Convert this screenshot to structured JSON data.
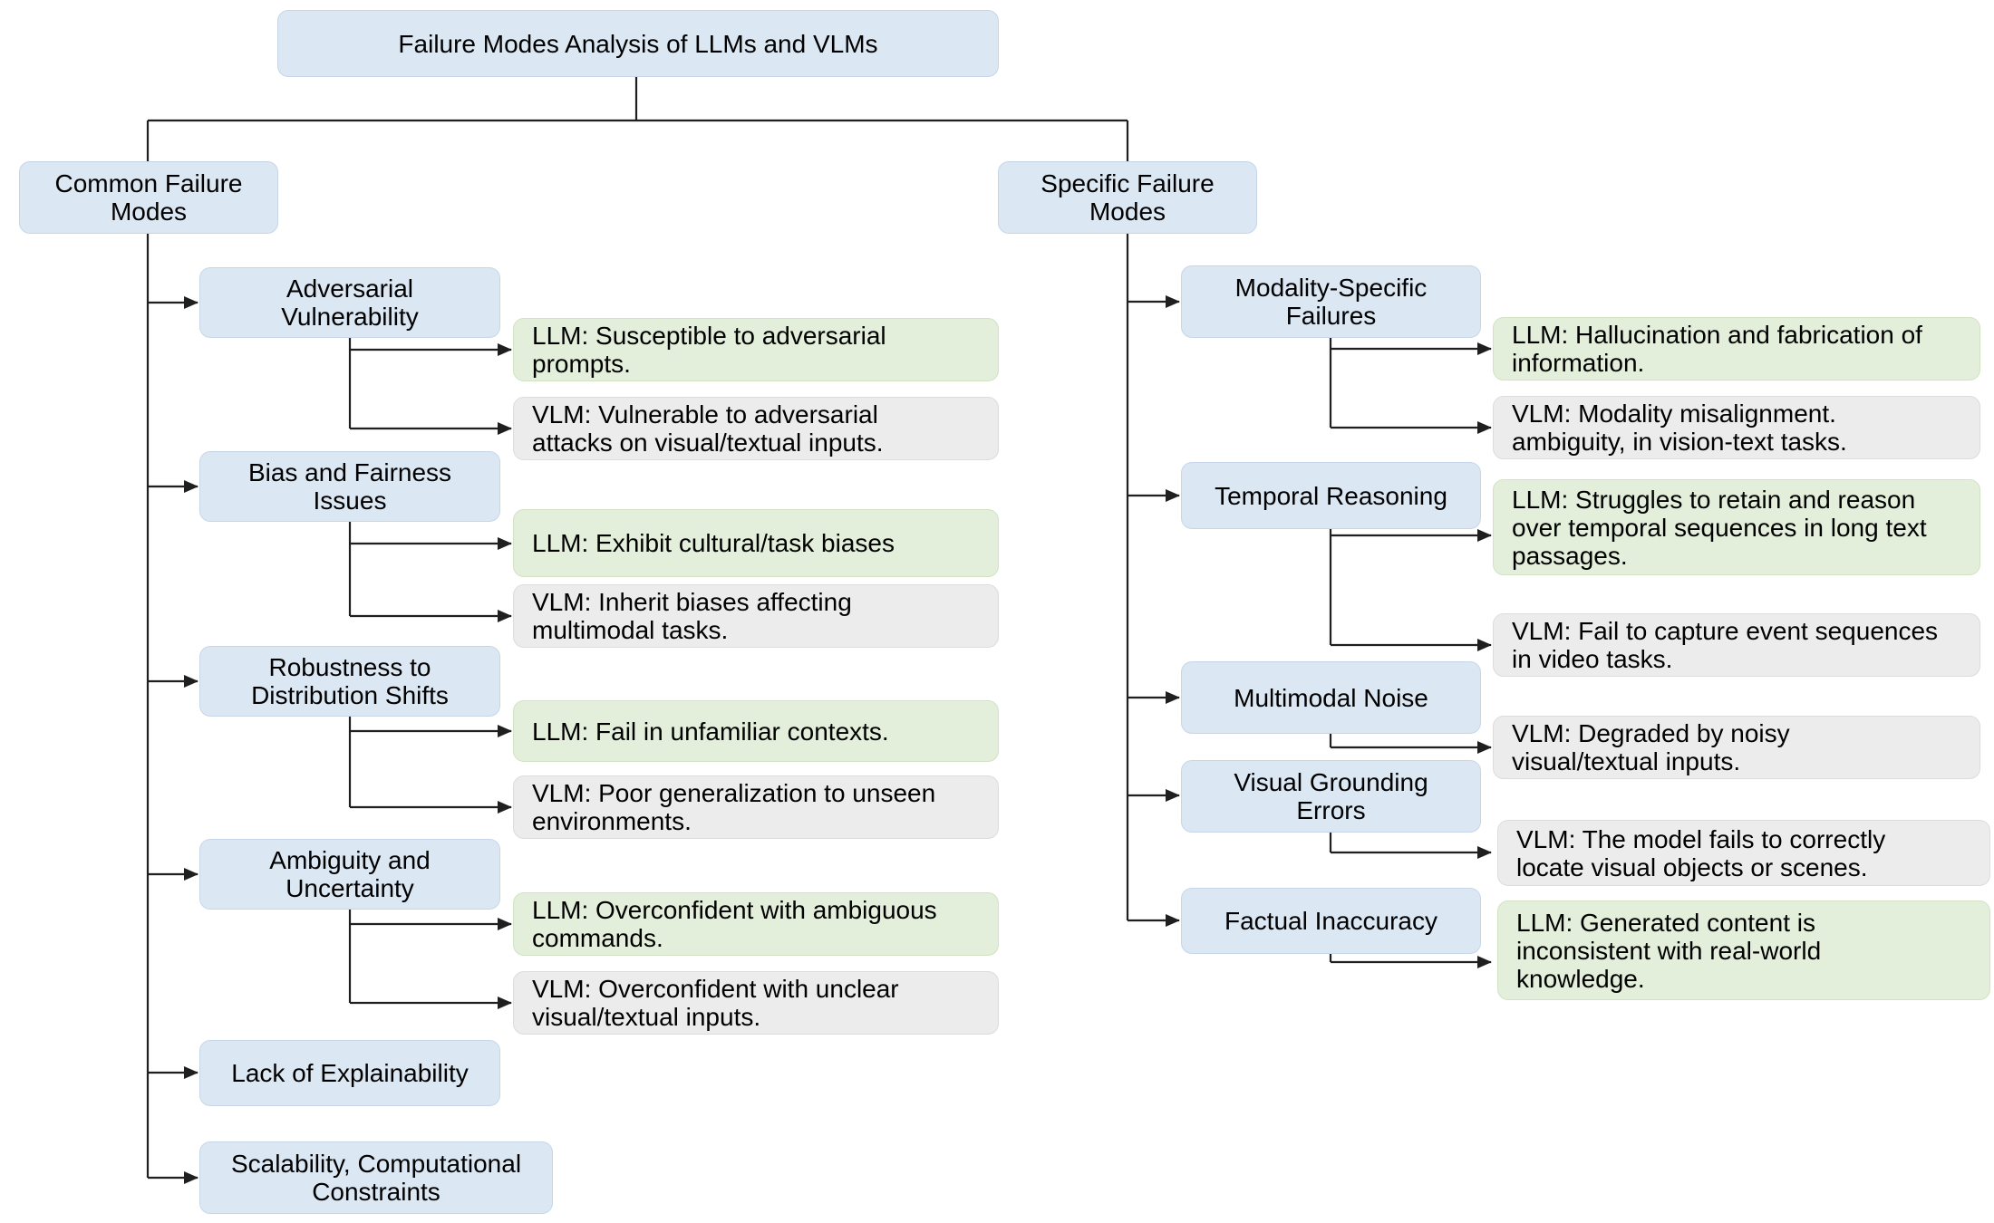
{
  "title": "Failure Modes Analysis of LLMs and VLMs",
  "colors": {
    "node_fill": "#dbe7f3",
    "llm_leaf_fill": "#e3efda",
    "vlm_leaf_fill": "#ececec",
    "connector": "#1f1f1f"
  },
  "nodes": {
    "common_root": "Common Failure\nModes",
    "specific_root": "Specific Failure\nModes",
    "adversarial": "Adversarial\nVulnerability",
    "bias": "Bias and Fairness\nIssues",
    "robustness": "Robustness to\nDistribution Shifts",
    "ambiguity": "Ambiguity and\nUncertainty",
    "explainability": "Lack of Explainability",
    "scalability": "Scalability, Computational\nConstraints",
    "modality": "Modality-Specific\nFailures",
    "temporal": "Temporal Reasoning",
    "noise": "Multimodal Noise",
    "grounding": "Visual Grounding\nErrors",
    "factual": "Factual Inaccuracy"
  },
  "leaves": {
    "adversarial_llm": "LLM: Susceptible to adversarial\nprompts.",
    "adversarial_vlm": "VLM: Vulnerable to adversarial\nattacks on visual/textual inputs.",
    "bias_llm": "LLM: Exhibit cultural/task biases",
    "bias_vlm": "VLM: Inherit biases affecting\nmultimodal tasks.",
    "robustness_llm": "LLM: Fail in unfamiliar contexts.",
    "robustness_vlm": "VLM: Poor generalization to unseen\nenvironments.",
    "ambiguity_llm": "LLM: Overconfident with ambiguous\ncommands.",
    "ambiguity_vlm": "VLM: Overconfident with unclear\nvisual/textual inputs.",
    "modality_llm": "LLM: Hallucination and fabrication of\ninformation.",
    "modality_vlm": "VLM: Modality misalignment.\nambiguity,  in vision-text tasks.",
    "temporal_llm": "LLM: Struggles to retain and reason\nover temporal sequences in long text\npassages.",
    "temporal_vlm": "VLM: Fail to capture event sequences\nin video tasks.",
    "noise_vlm": "VLM:  Degraded by noisy\nvisual/textual inputs.",
    "grounding_vlm": "VLM: The model fails to correctly\nlocate visual objects or scenes.",
    "factual_llm": "LLM: Generated content is\ninconsistent with real-world\nknowledge."
  }
}
